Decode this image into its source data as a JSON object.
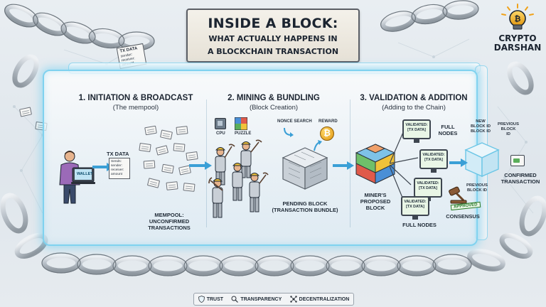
{
  "header": {
    "title": "INSIDE A BLOCK:",
    "subtitle_line1": "WHAT ACTUALLY HAPPENS IN",
    "subtitle_line2": "A BLOCKCHAIN TRANSACTION"
  },
  "brand": {
    "line1": "CRYPTO",
    "line2": "DARSHAN",
    "accent": "#f0a21b"
  },
  "floating_paper": {
    "title": "TX DATA",
    "lines": [
      "sender:",
      "receiver:",
      "amount"
    ]
  },
  "steps": [
    {
      "title": "1. INITIATION & BROADCAST",
      "subtitle": "(The mempool)"
    },
    {
      "title": "2. MINING & BUNDLING",
      "subtitle": "(Block Creation)"
    },
    {
      "title": "3. VALIDATION & ADDITION",
      "subtitle": "(Adding to the Chain)"
    }
  ],
  "step1": {
    "wallet_label": "WALLET",
    "tx_label": "TX DATA",
    "tx_lines": [
      "Sends:",
      "sender:",
      "receiver:",
      "amount"
    ],
    "mempool_line1": "MEMPOOL:",
    "mempool_line2": "UNCONFIRMED",
    "mempool_line3": "TRANSACTIONS"
  },
  "step2": {
    "cpu_label": "CPU",
    "puzzle_label": "PUZZLE",
    "nonce_label": "NONCE SEARCH",
    "reward_label": "REWARD",
    "pending_line1": "PENDING BLOCK",
    "pending_line2": "(TRANSACTION BUNDLE)"
  },
  "step3": {
    "proposed_line1": "MINER'S",
    "proposed_line2": "PROPOSED",
    "proposed_line3": "BLOCK",
    "validated_title": "VALIDATED:",
    "validated_body": "[TX DATA]",
    "full_nodes_top_1": "FULL",
    "full_nodes_top_2": "NODES",
    "full_nodes_bottom": "FULL NODES",
    "consensus_label": "CONSENSUS",
    "approved_label": "APPROVED",
    "new_block_line1": "NEW",
    "new_block_line2": "BLOCK ID",
    "new_block_line3": "BLOCK ID",
    "prev_top_line1": "PREVIOUS",
    "prev_top_line2": "BLOCK",
    "prev_top_line3": "ID",
    "prev_bottom_line1": "PREVIOUS",
    "prev_bottom_line2": "BLOCK ID",
    "confirmed_line1": "CONFIRMED",
    "confirmed_line2": "TRANSACTION"
  },
  "footer": {
    "items": [
      "TRUST",
      "TRANSPARENCY",
      "DECENTRALIZATION"
    ]
  },
  "colors": {
    "glow": "#7fd2ef",
    "arrow": "#3a9fd6",
    "chain": "#b8c0c8"
  }
}
